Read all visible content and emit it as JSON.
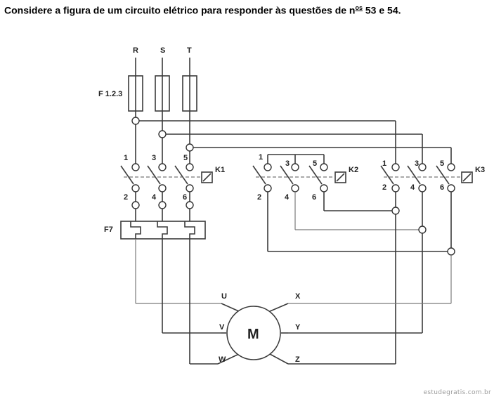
{
  "header": {
    "title_main": "Considere a figura de um circuito elétrico para responder às questões de n",
    "title_sup": "os",
    "title_tail": " 53 e 54."
  },
  "phases": [
    "R",
    "S",
    "T"
  ],
  "fuse_label": "F 1.2.3",
  "overload_label": "F7",
  "contactors": [
    {
      "label": "K1",
      "top": [
        "1",
        "3",
        "5"
      ],
      "bottom": [
        "2",
        "4",
        "6"
      ]
    },
    {
      "label": "K2",
      "top": [
        "1",
        "3",
        "5"
      ],
      "bottom": [
        "2",
        "4",
        "6"
      ]
    },
    {
      "label": "K3",
      "top": [
        "1",
        "3",
        "5"
      ],
      "bottom": [
        "2",
        "4",
        "6"
      ]
    }
  ],
  "motor": {
    "label": "M",
    "terminals": [
      "U",
      "V",
      "W",
      "X",
      "Y",
      "Z"
    ]
  },
  "footer": {
    "watermark": "estudegratis.com.br"
  }
}
